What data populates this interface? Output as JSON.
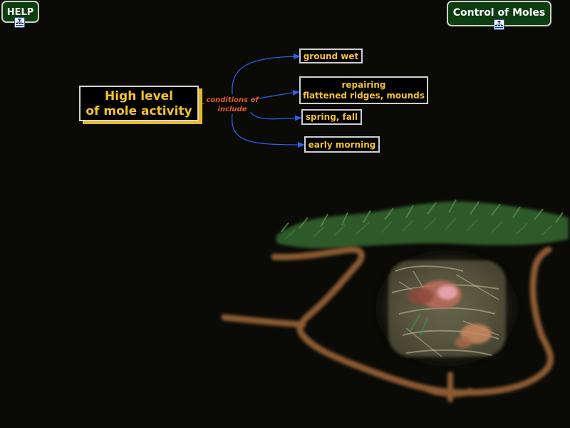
{
  "nav": {
    "help_label": "HELP",
    "home_label": "Control of Moles"
  },
  "concept_map": {
    "main_concept": {
      "line1": "High level",
      "line2": "of mole activity"
    },
    "linking_phrase": {
      "line1": "conditions of",
      "line2": "include"
    },
    "concepts": {
      "ground_wet": "ground wet",
      "repairing_line1": "repairing",
      "repairing_line2": "flattened ridges, mounds",
      "spring_fall": "spring, fall",
      "early_morning": "early morning"
    }
  },
  "icons": {
    "help_icon": "concept-map-icon",
    "control_icon": "concept-map-icon",
    "illustration": "mole-burrow-illustration"
  },
  "colors": {
    "background": "#0a0a06",
    "concept_text": "#f2c230",
    "linking_text": "#e35a28",
    "arrow": "#2f5ee8",
    "button_bg": "#0f3d12"
  }
}
